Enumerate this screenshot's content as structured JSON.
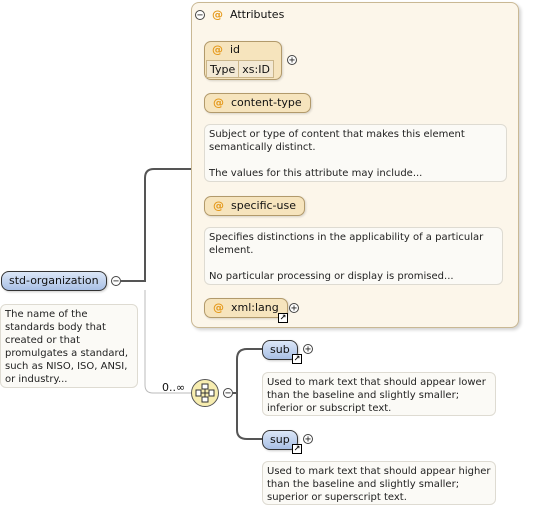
{
  "attributes_panel": {
    "title": "Attributes",
    "items": [
      {
        "name": "id",
        "type_label": "Type",
        "type_value": "xs:ID"
      },
      {
        "name": "content-type",
        "doc": "Subject or type of content that makes this element semantically distinct.\n\nThe values for this attribute may include..."
      },
      {
        "name": "specific-use",
        "doc": "Specifies distinctions in the applicability of a particular element.\n\nNo particular processing or display is promised..."
      },
      {
        "name": "xml:lang"
      }
    ]
  },
  "root_element": {
    "name": "std-organization",
    "doc": "The name of the standards body that created or that promulgates a standard, such as NISO, ISO, ANSI, or industry..."
  },
  "choice": {
    "cardinality": "0..∞"
  },
  "children": [
    {
      "name": "sub",
      "doc": "Used to mark text that should appear lower than the baseline and slightly smaller; inferior or subscript text."
    },
    {
      "name": "sup",
      "doc": "Used to mark text that should appear higher than the baseline and slightly smaller; superior or superscript text."
    }
  ],
  "icons": {
    "at": "@",
    "expand": "+",
    "collapse": "−"
  }
}
